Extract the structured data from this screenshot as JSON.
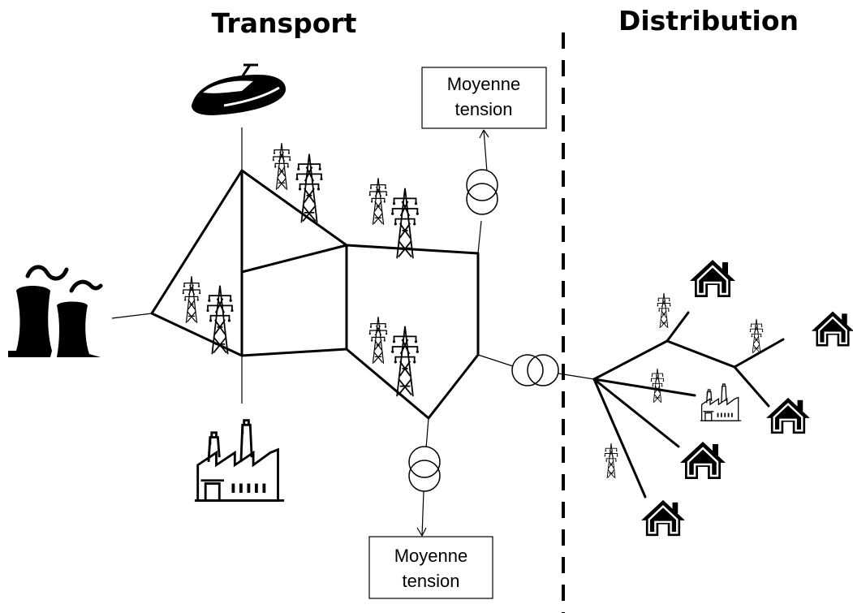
{
  "headings": {
    "transport": "Transport",
    "distribution": "Distribution"
  },
  "voltage_boxes": {
    "top": {
      "line1": "Moyenne",
      "line2": "tension"
    },
    "bottom": {
      "line1": "Moyenne",
      "line2": "tension"
    }
  },
  "icons": {
    "train": "high-speed-train-icon",
    "power_plant": "power-plant-cooling-towers-icon",
    "factory_large": "factory-icon",
    "factory_small": "factory-small-icon",
    "pylon": "electricity-pylon-icon",
    "transformer": "transformer-symbol-icon",
    "house": "house-icon"
  },
  "colors": {
    "stroke": "#000000",
    "background": "#ffffff"
  }
}
